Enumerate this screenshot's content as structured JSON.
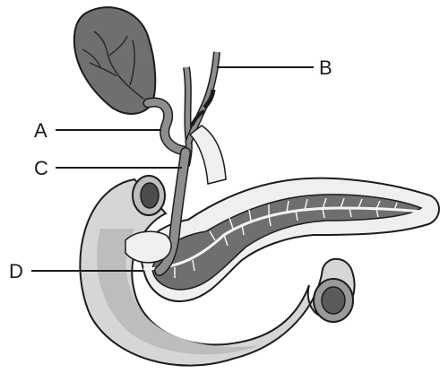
{
  "labels": {
    "a": "A",
    "b": "B",
    "c": "C",
    "d": "D"
  },
  "colors": {
    "dark_tissue": "#6f6f6f",
    "mid_tissue": "#8e8e8e",
    "light_tissue": "#d9d9d9",
    "pale_tissue": "#efefef",
    "outline": "#1c1c1c",
    "duct_white": "#f4f4f4"
  }
}
